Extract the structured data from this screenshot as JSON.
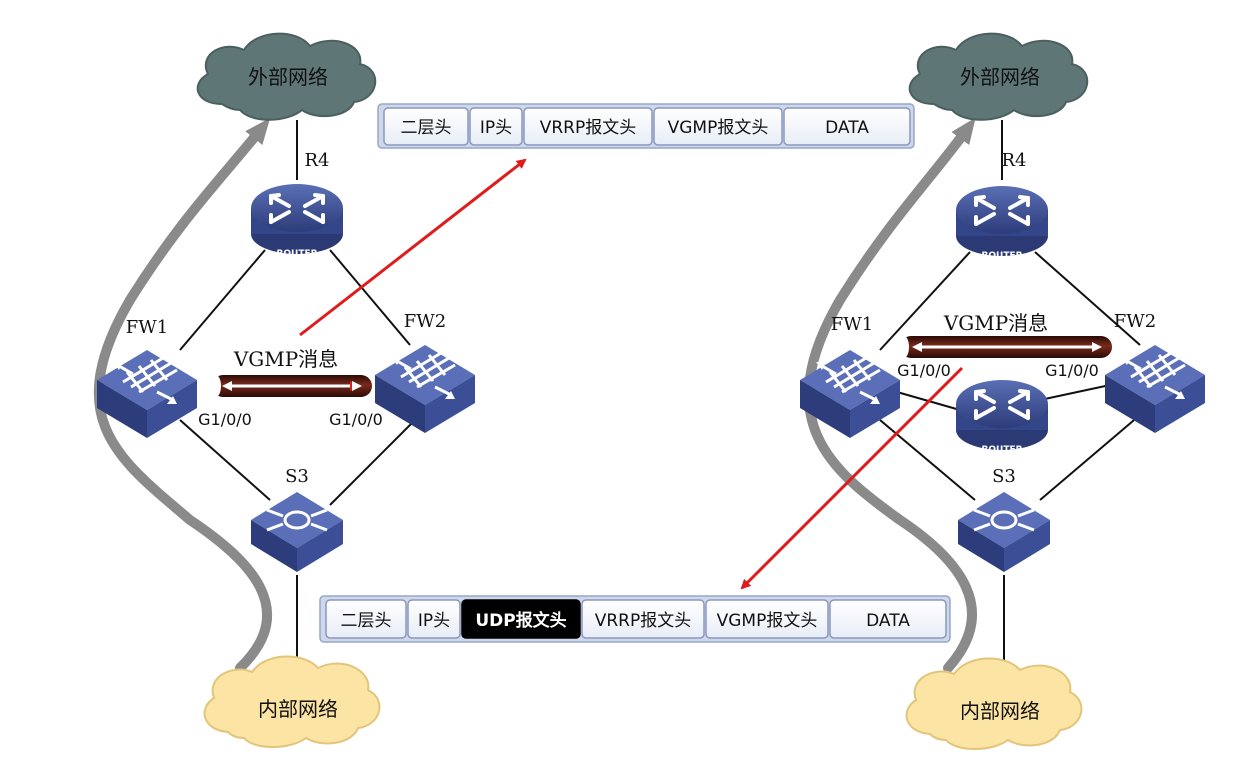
{
  "left": {
    "cloud_top": "外部网络",
    "cloud_bottom": "内部网络",
    "router": "R4",
    "router_caption": "ROUTER",
    "fw1": "FW1",
    "fw2": "FW2",
    "switch": "S3",
    "vgmp_label": "VGMP消息",
    "port_fw1": "G1/0/0",
    "port_fw2": "G1/0/0"
  },
  "right": {
    "cloud_top": "外部网络",
    "cloud_bottom": "内部网络",
    "router": "R4",
    "router_caption": "ROUTER",
    "middle_router_caption": "ROUTER",
    "fw1": "FW1",
    "fw2": "FW2",
    "switch": "S3",
    "vgmp_label": "VGMP消息",
    "port_fw1": "G1/0/0",
    "port_fw2": "G1/0/0"
  },
  "packet_top": {
    "fields": [
      "二层头",
      "IP头",
      "VRRP报文头",
      "VGMP报文头",
      "DATA"
    ]
  },
  "packet_bottom": {
    "fields": [
      "二层头",
      "IP头",
      "UDP报文头",
      "VRRP报文头",
      "VGMP报文头",
      "DATA"
    ]
  },
  "colors": {
    "cloud_top": "#5e7776",
    "cloud_bottom": "#fbe4a4",
    "device_blue": "#3b4f95",
    "arrow_red": "#e01b1b",
    "tunnel": "#5a1d14",
    "udp_highlight": "#000000"
  }
}
